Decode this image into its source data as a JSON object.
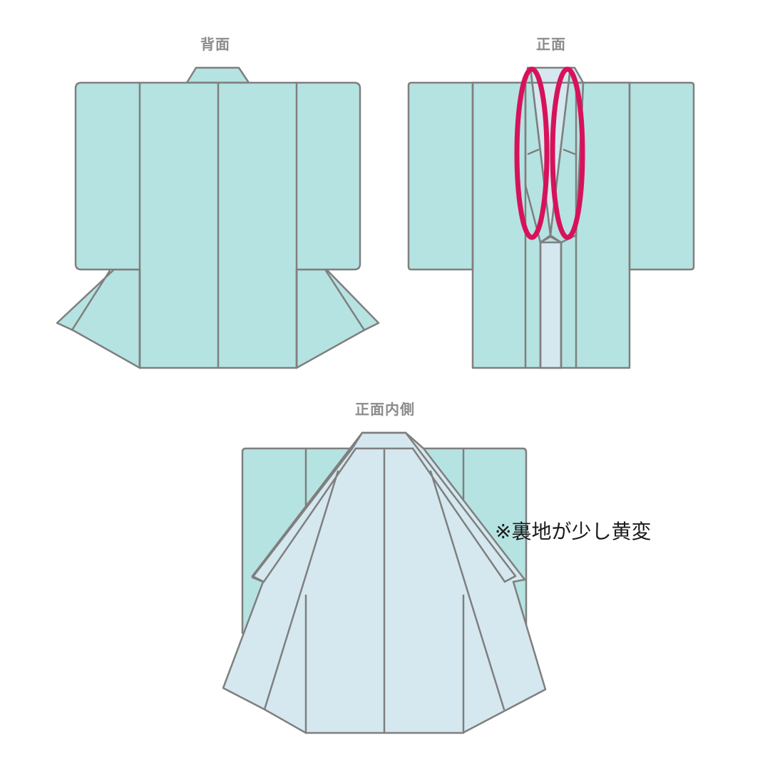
{
  "views": {
    "back": {
      "title": "背面"
    },
    "front": {
      "title": "正面"
    },
    "front_inner": {
      "title": "正面内側"
    }
  },
  "annotations": {
    "front_marks": {
      "count": 2,
      "shape": "ellipse",
      "color": "#d7125b",
      "location": "collar / lapel area (left and right)"
    },
    "inner_note": "※裏地が少し黄変"
  },
  "colors": {
    "outer_fabric": "#b5e3e1",
    "lining_fabric": "#d5e8ef",
    "outline": "#7f7f7f",
    "highlight": "#d7125b",
    "label_text": "#8c8c8c"
  }
}
